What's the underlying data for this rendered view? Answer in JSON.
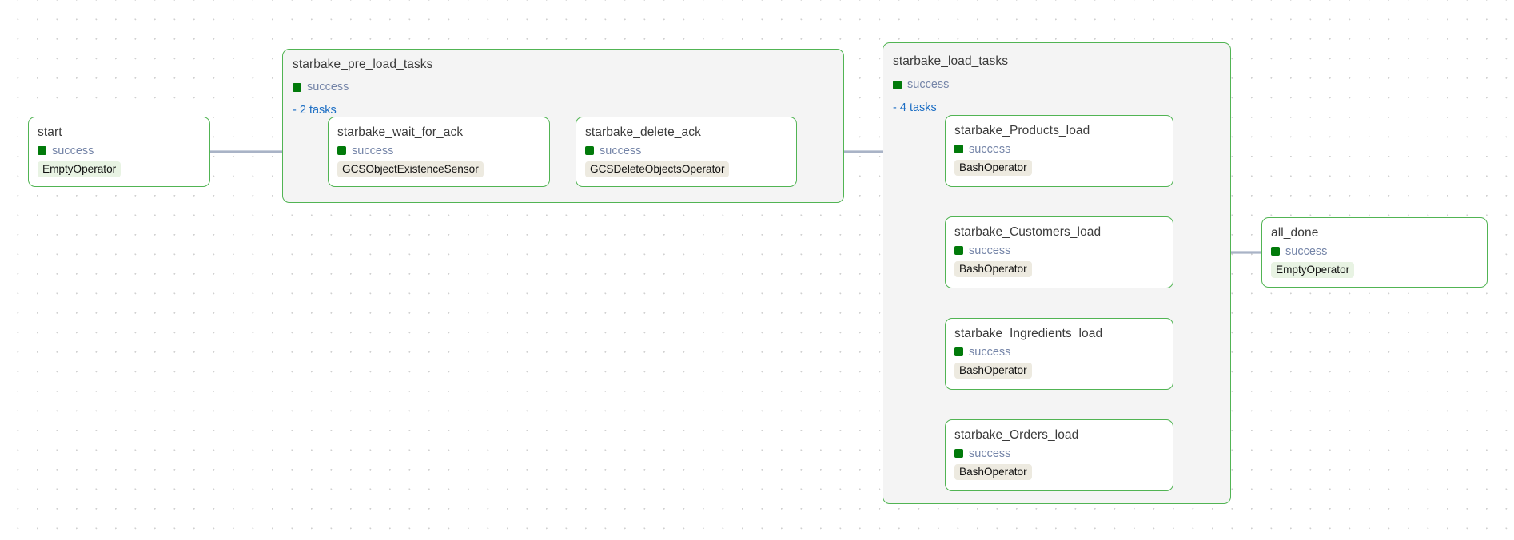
{
  "graph": {
    "view": "dag-graph",
    "accent_green": "#51b453",
    "status_green": "#017a0a",
    "status_text_color": "#7585a8",
    "link_color": "#1c6ec4",
    "edge_color": "#a9b3c6"
  },
  "nodes": {
    "start": {
      "title": "start",
      "status": "success",
      "operator": "EmptyOperator"
    },
    "wait_for_ack": {
      "title": "starbake_wait_for_ack",
      "status": "success",
      "operator": "GCSObjectExistenceSensor"
    },
    "delete_ack": {
      "title": "starbake_delete_ack",
      "status": "success",
      "operator": "GCSDeleteObjectsOperator"
    },
    "products_load": {
      "title": "starbake_Products_load",
      "status": "success",
      "operator": "BashOperator"
    },
    "customers_load": {
      "title": "starbake_Customers_load",
      "status": "success",
      "operator": "BashOperator"
    },
    "ingredients_load": {
      "title": "starbake_Ingredients_load",
      "status": "success",
      "operator": "BashOperator"
    },
    "orders_load": {
      "title": "starbake_Orders_load",
      "status": "success",
      "operator": "BashOperator"
    },
    "all_done": {
      "title": "all_done",
      "status": "success",
      "operator": "EmptyOperator"
    }
  },
  "groups": {
    "pre_load": {
      "title": "starbake_pre_load_tasks",
      "status": "success",
      "task_count_label": "- 2 tasks"
    },
    "load": {
      "title": "starbake_load_tasks",
      "status": "success",
      "task_count_label": "- 4 tasks"
    }
  }
}
